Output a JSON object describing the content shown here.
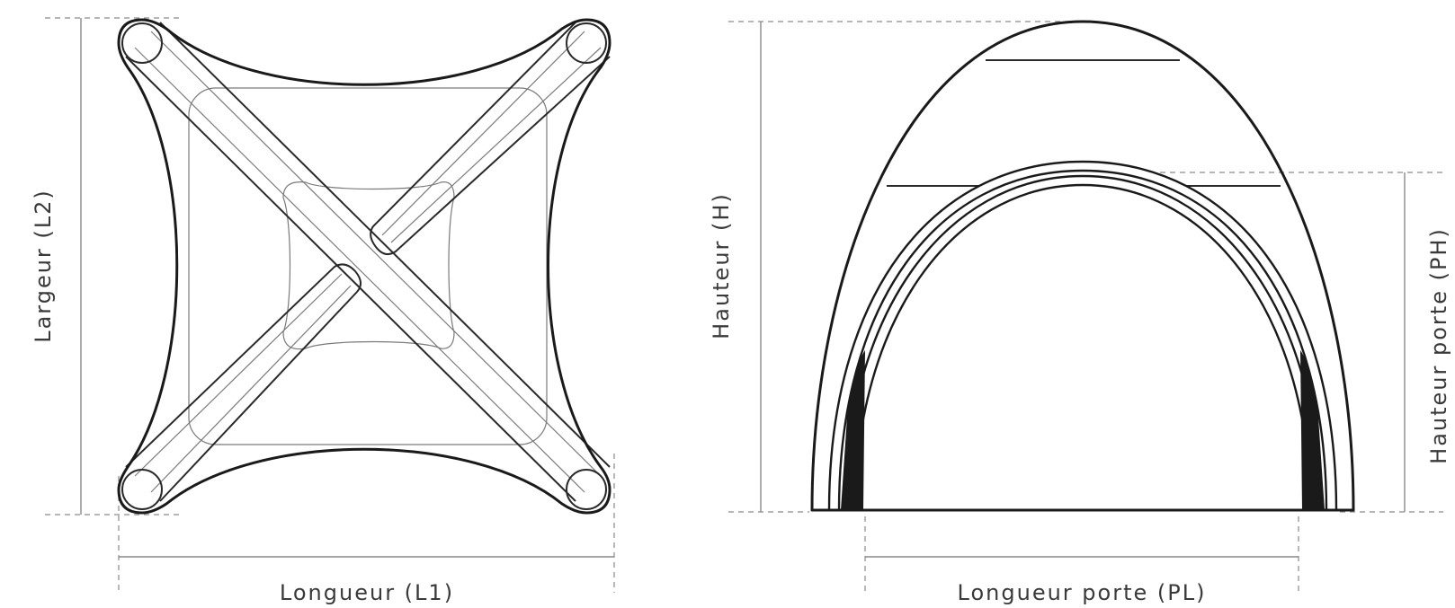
{
  "top_view": {
    "width_label": "Largeur (L2)",
    "length_label": "Longueur (L1)"
  },
  "front_view": {
    "height_label": "Hauteur (H)",
    "door_height_label": "Hauteur porte (PH)",
    "door_length_label": "Longueur porte (PL)"
  }
}
